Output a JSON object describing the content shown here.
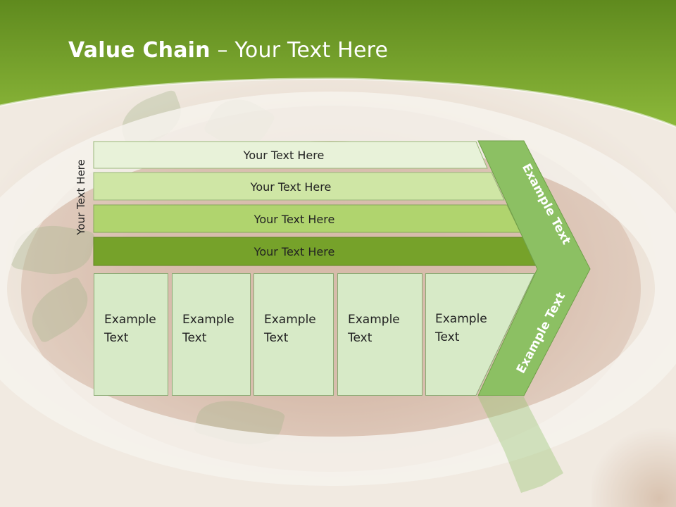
{
  "title": {
    "bold": "Value Chain",
    "rest": " – Your Text Here"
  },
  "side_label": "Your Text Here",
  "bars": [
    {
      "label": "Your Text Here"
    },
    {
      "label": "Your Text Here"
    },
    {
      "label": "Your Text Here"
    },
    {
      "label": "Your Text Here"
    }
  ],
  "columns": [
    {
      "line1": "Example",
      "line2": "Text"
    },
    {
      "line1": "Example",
      "line2": "Text"
    },
    {
      "line1": "Example",
      "line2": "Text"
    },
    {
      "line1": "Example",
      "line2": "Text"
    },
    {
      "line1": "Example",
      "line2": "Text"
    }
  ],
  "arrow": {
    "upper_label": "Example Text",
    "lower_label": "Example Text"
  },
  "colors": {
    "header_green": "#7faa2e",
    "bar1": "#e8f2d9",
    "bar2": "#cfe6a5",
    "bar3": "#b0d46e",
    "bar4": "#76a22a",
    "arrow": "#8cc063",
    "column": "#d7eac7"
  }
}
